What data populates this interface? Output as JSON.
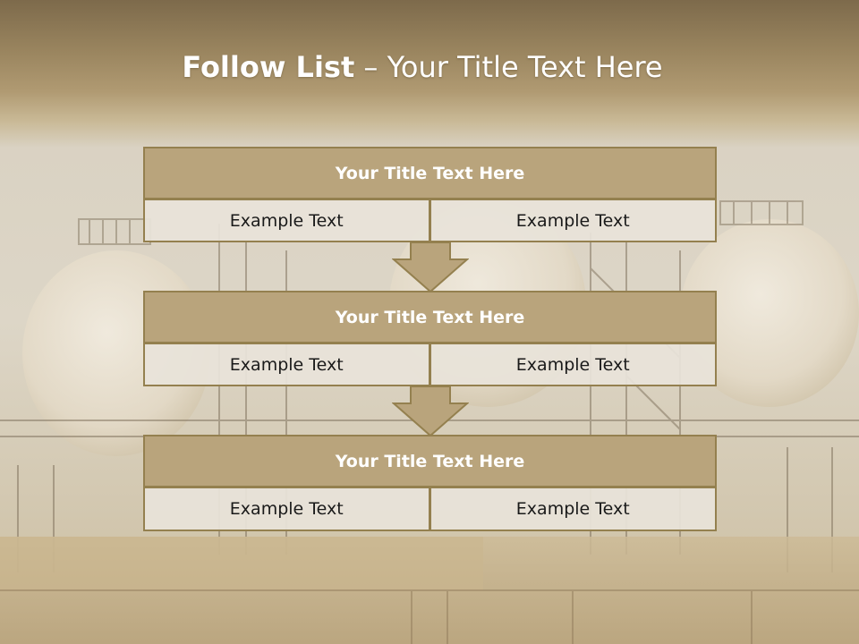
{
  "slide": {
    "title_bold": "Follow List",
    "title_rest": " – Your Title Text Here"
  },
  "steps": [
    {
      "title": "Your Title Text Here",
      "cells": [
        "Example Text",
        "Example Text"
      ]
    },
    {
      "title": "Your Title Text Here",
      "cells": [
        "Example Text",
        "Example Text"
      ]
    },
    {
      "title": "Your Title Text Here",
      "cells": [
        "Example Text",
        "Example Text"
      ]
    }
  ],
  "colors": {
    "box_fill": "#b9a47c",
    "box_border": "#94804f",
    "cell_fill": "#e8e3d9",
    "header_band": "#7d6a4b"
  }
}
